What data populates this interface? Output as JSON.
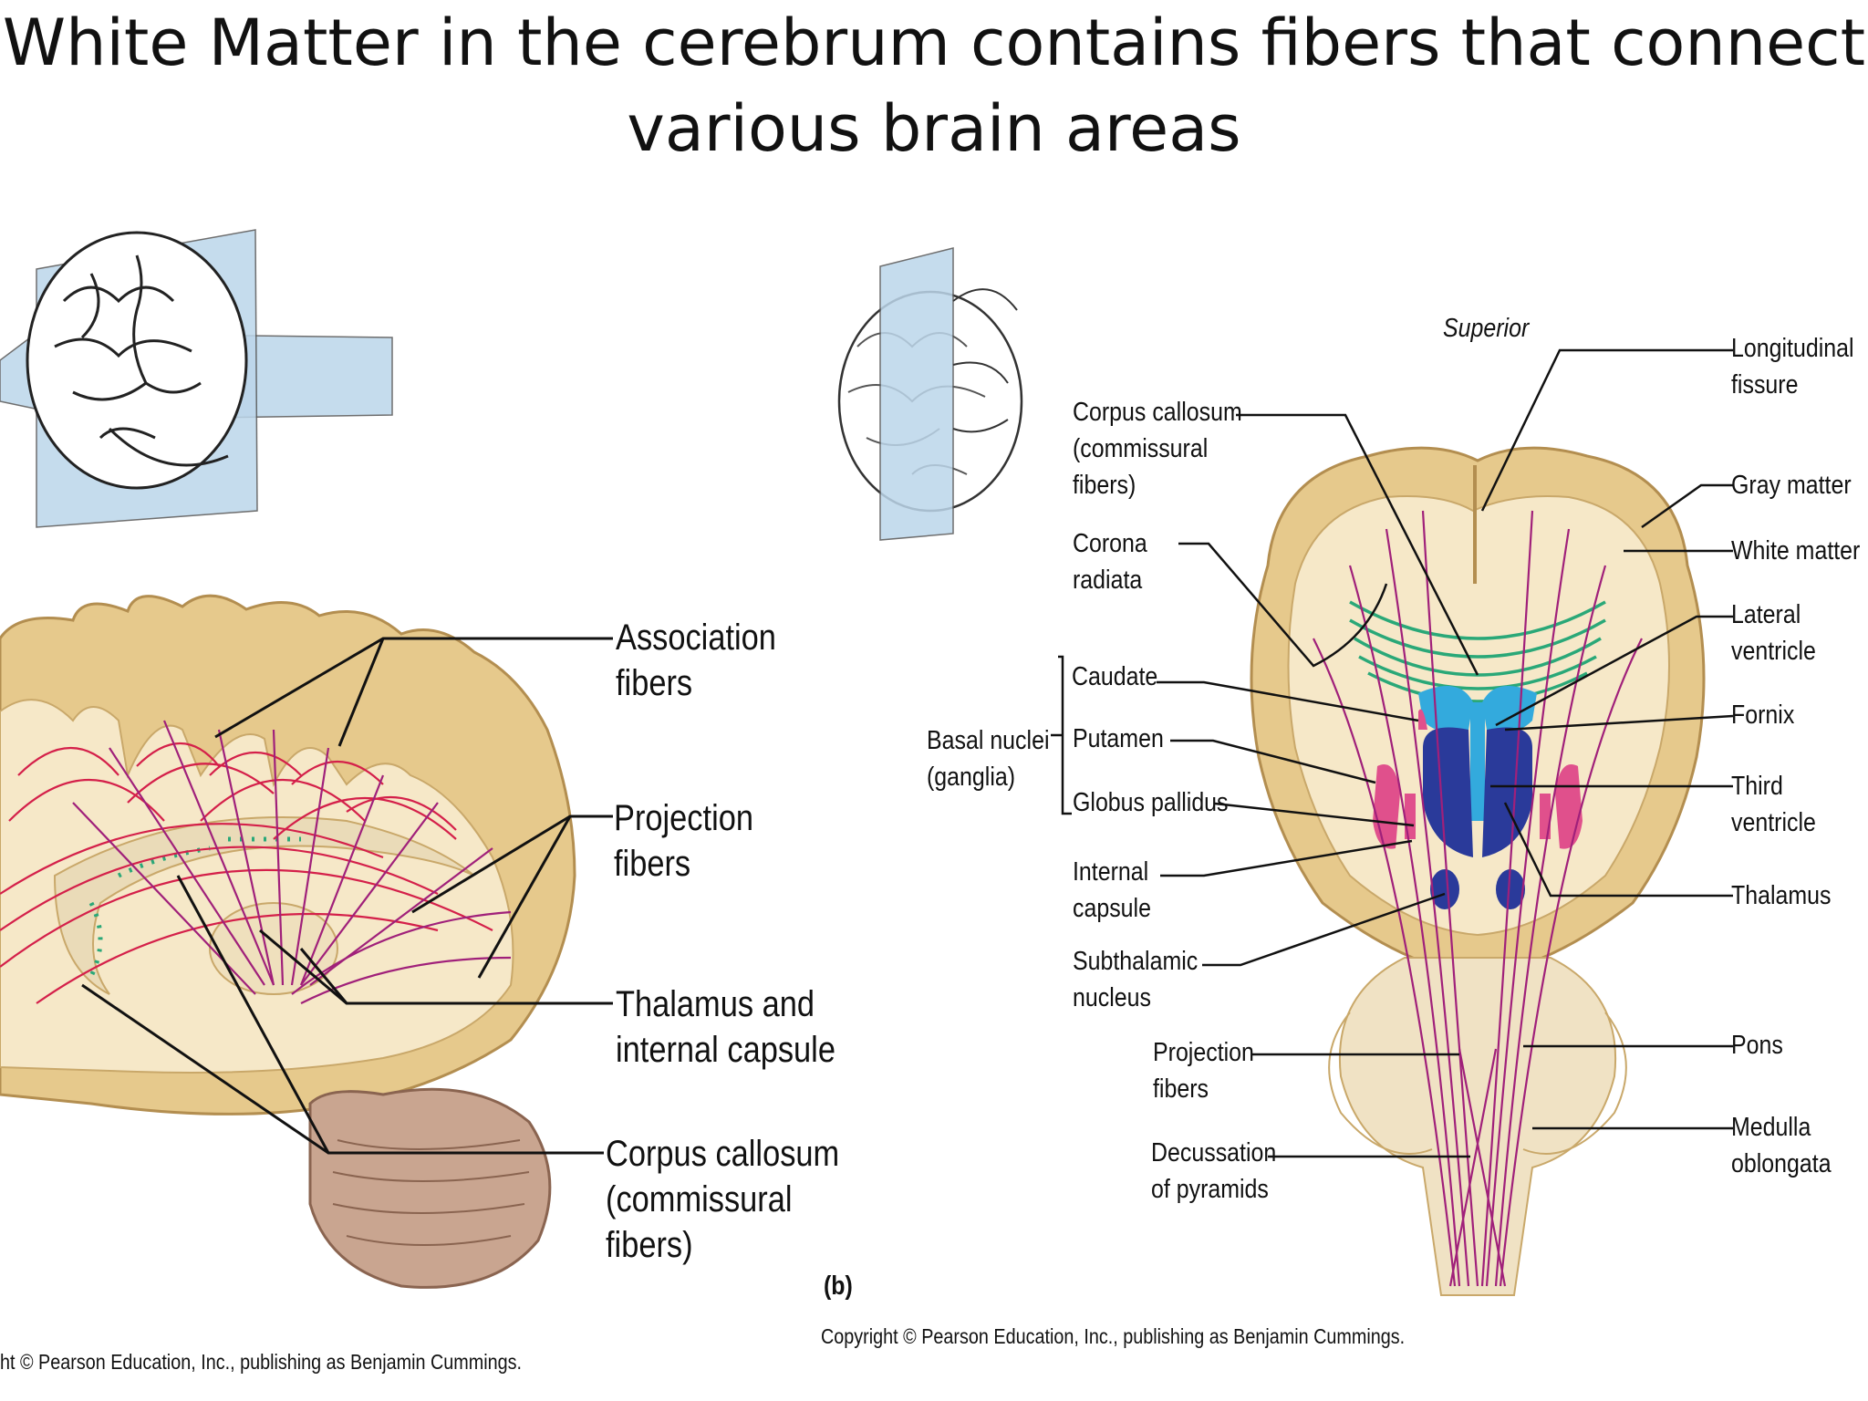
{
  "title": {
    "line1": "White Matter in the cerebrum contains fibers that connect",
    "line2": "various brain areas"
  },
  "panel_a": {
    "labels": {
      "association": [
        "Association",
        "fibers"
      ],
      "projection": [
        "Projection",
        "fibers"
      ],
      "thalamus": [
        "Thalamus and",
        "internal capsule"
      ],
      "corpus": [
        "Corpus callosum",
        "(commissural",
        "fibers)"
      ]
    },
    "copyright": "ht © Pearson Education, Inc., publishing as Benjamin Cummings."
  },
  "panel_b": {
    "panel_letter": "(b)",
    "superior": "Superior",
    "left_labels": {
      "corpus": [
        "Corpus callosum",
        "(commissural",
        "fibers)"
      ],
      "corona": [
        "Corona",
        "radiata"
      ],
      "basal": [
        "Basal nuclei",
        "(ganglia)"
      ],
      "caudate": "Caudate",
      "putamen": "Putamen",
      "globus": "Globus pallidus",
      "internal": [
        "Internal",
        "capsule"
      ],
      "subthalamic": [
        "Subthalamic",
        "nucleus"
      ],
      "projection": [
        "Projection",
        "fibers"
      ],
      "decussation": [
        "Decussation",
        "of pyramids"
      ]
    },
    "right_labels": {
      "longitudinal": [
        "Longitudinal",
        "fissure"
      ],
      "gray": "Gray matter",
      "white": "White matter",
      "lateral": [
        "Lateral",
        "ventricle"
      ],
      "fornix": "Fornix",
      "third": [
        "Third",
        "ventricle"
      ],
      "thalamus": "Thalamus",
      "pons": "Pons",
      "medulla": [
        "Medulla",
        "oblongata"
      ]
    },
    "copyright": "Copyright © Pearson Education, Inc., publishing as Benjamin Cummings."
  },
  "colors": {
    "cortex": "#e6c98c",
    "white_matter": "#f6e8c8",
    "fiber_red": "#d4204a",
    "fiber_purple": "#a0207a",
    "basal_pink": "#e0508c",
    "thalamus_blue": "#2a3a9a",
    "ventricle_cyan": "#33aadd",
    "commissural_green": "#2aa878",
    "plane_blue": "#bcd6ea"
  }
}
